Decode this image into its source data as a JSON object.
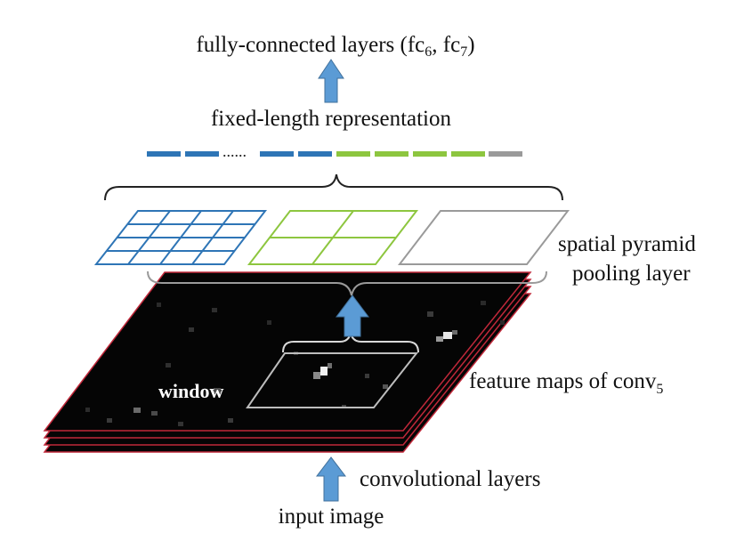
{
  "labels": {
    "fc_prefix": "fully-connected layers (fc",
    "fc_sub1": "6",
    "fc_mid": ", fc",
    "fc_sub2": "7",
    "fc_suffix": ")",
    "fixed_length": "fixed-length representation",
    "spp_line1": "spatial pyramid",
    "spp_line2": "pooling layer",
    "window": "window",
    "feature_maps": "feature maps of conv",
    "feature_maps_sub": "5",
    "conv_layers": "convolutional layers",
    "input_image": "input image",
    "ellipsis": "......"
  },
  "colors": {
    "blue": "#2e75b6",
    "green": "#8dc63f",
    "gray": "#9a9a9a",
    "arrow": "#5b9bd5",
    "map_edge": "#c0283a",
    "map_fill": "#050505"
  },
  "pyramid": [
    {
      "level": "4x4",
      "bins": 16,
      "color": "blue"
    },
    {
      "level": "2x2",
      "bins": 4,
      "color": "green"
    },
    {
      "level": "1x1",
      "bins": 1,
      "color": "gray"
    }
  ],
  "representation_segments": [
    "blue",
    "blue",
    "ellipsis",
    "blue",
    "blue",
    "green",
    "green",
    "green",
    "green",
    "gray"
  ]
}
